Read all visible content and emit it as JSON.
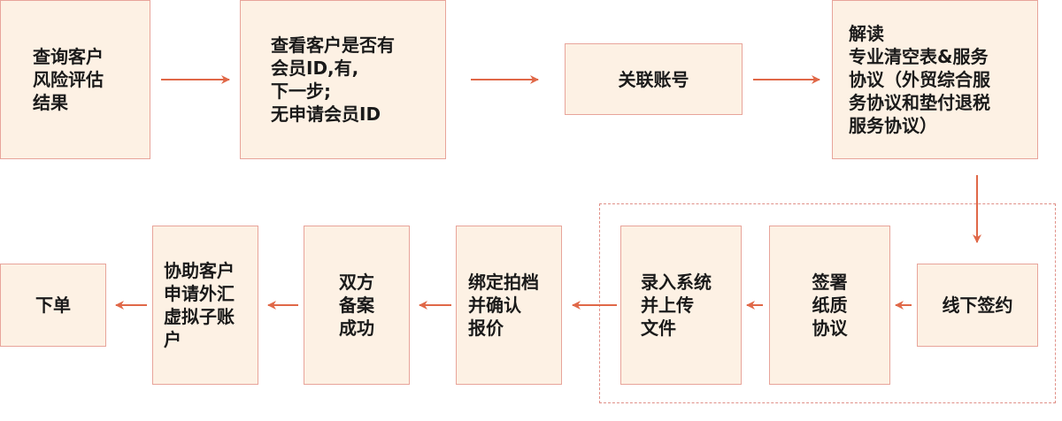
{
  "colors": {
    "box_fill": "#fdf1e4",
    "box_border": "#e8a49a",
    "arrow": "#e06848",
    "text": "#1a1a1a"
  },
  "steps": {
    "query_risk": "查询客户\n风险评估\n结果",
    "check_member": "查看客户是否有\n会员ID,有,\n下一步;\n无申请会员ID",
    "link_account": "关联账号",
    "read_agreements": "解读\n专业清空表&服务\n协议（外贸综合服\n务协议和垫付退税\n服务协议）",
    "offline_sign": "线下签约",
    "sign_paper": "签署\n纸质\n协议",
    "enter_system": "录入系统\n并上传\n文件",
    "bind_forwarder": "绑定拍档\n并确认\n报价",
    "both_filed": "双方\n备案\n成功",
    "assist_fx": "协助客户\n申请外汇\n虚拟子账\n户",
    "place_order": "下单"
  }
}
